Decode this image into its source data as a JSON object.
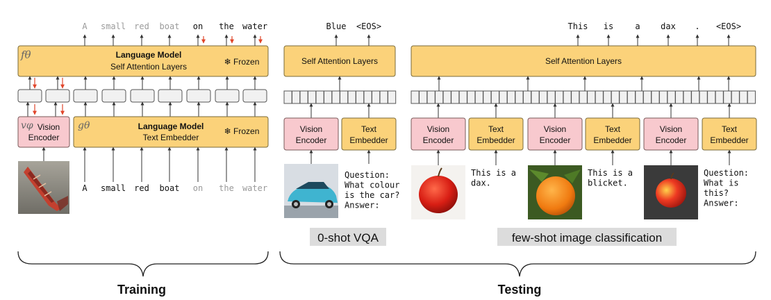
{
  "training": {
    "output_tokens": [
      {
        "text": "A",
        "faded": true
      },
      {
        "text": "small",
        "faded": true
      },
      {
        "text": "red",
        "faded": true
      },
      {
        "text": "boat",
        "faded": true
      },
      {
        "text": "on",
        "faded": false
      },
      {
        "text": "the",
        "faded": false
      },
      {
        "text": "water",
        "faded": false
      }
    ],
    "input_tokens": [
      {
        "text": "A",
        "faded": false
      },
      {
        "text": "small",
        "faded": false
      },
      {
        "text": "red",
        "faded": false
      },
      {
        "text": "boat",
        "faded": false
      },
      {
        "text": "on",
        "faded": true
      },
      {
        "text": "the",
        "faded": true
      },
      {
        "text": "water",
        "faded": true
      }
    ],
    "lm_symbol": "fθ",
    "lm_title": "Language Model",
    "lm_subtitle": "Self Attention Layers",
    "frozen_label": "❄ Frozen",
    "vision_symbol": "vφ",
    "vision_line1": "Vision",
    "vision_line2": "Encoder",
    "embed_symbol": "gθ",
    "embed_title": "Language Model",
    "embed_subtitle": "Text Embedder",
    "caption": "Training"
  },
  "vqa": {
    "output_tokens": [
      "Blue",
      "<EOS>"
    ],
    "attention_label": "Self Attention Layers",
    "vision_line1": "Vision",
    "vision_line2": "Encoder",
    "text_line1": "Text",
    "text_line2": "Embedder",
    "prompt_lines": [
      "Question:",
      "What colour",
      "is the car?",
      "Answer:"
    ],
    "caption": "0-shot VQA"
  },
  "fewshot": {
    "output_tokens": [
      "This",
      "is",
      "a",
      "dax",
      ".",
      "<EOS>"
    ],
    "attention_label": "Self Attention Layers",
    "vision_line1": "Vision",
    "vision_line2": "Encoder",
    "text_line1": "Text",
    "text_line2": "Embedder",
    "prompt1_lines": [
      "This is a",
      "dax."
    ],
    "prompt2_lines": [
      "This is a",
      "blicket."
    ],
    "prompt3_lines": [
      "Question:",
      "What is",
      "this?",
      "Answer:"
    ],
    "caption": "few-shot image classification"
  },
  "testing_caption": "Testing",
  "colors": {
    "yellow": "#fbd27a",
    "pink": "#f8c9ce",
    "red_arrow": "#e0452a"
  }
}
